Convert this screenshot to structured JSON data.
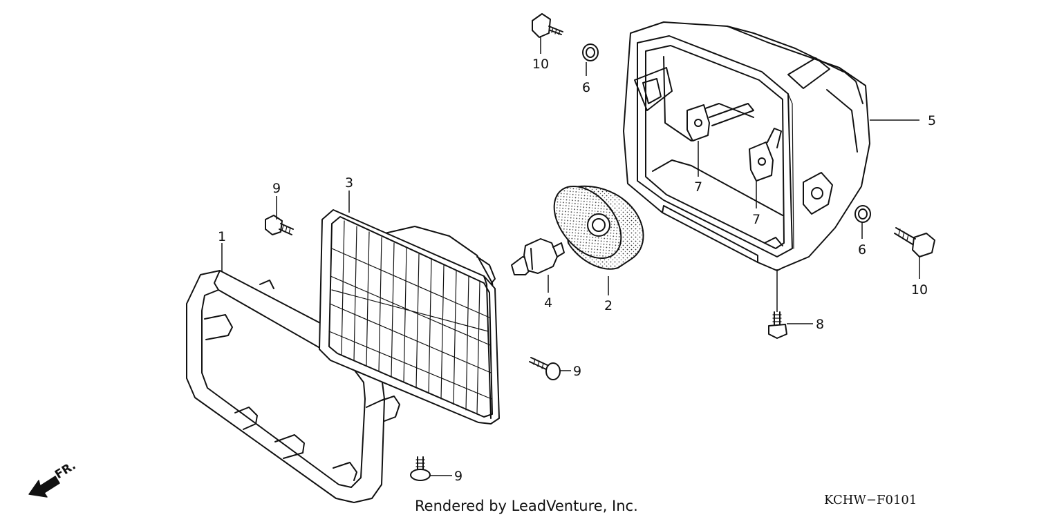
{
  "callouts": {
    "c1": "1",
    "c2": "2",
    "c3": "3",
    "c4": "4",
    "c5": "5",
    "c6a": "6",
    "c6b": "6",
    "c7a": "7",
    "c7b": "7",
    "c8": "8",
    "c9a": "9",
    "c9b": "9",
    "c9c": "9",
    "c10a": "10",
    "c10b": "10"
  },
  "footer": {
    "credit": "Rendered by LeadVenture, Inc.",
    "diagram_code": "KCHW−F0101",
    "direction_label": "FR."
  }
}
